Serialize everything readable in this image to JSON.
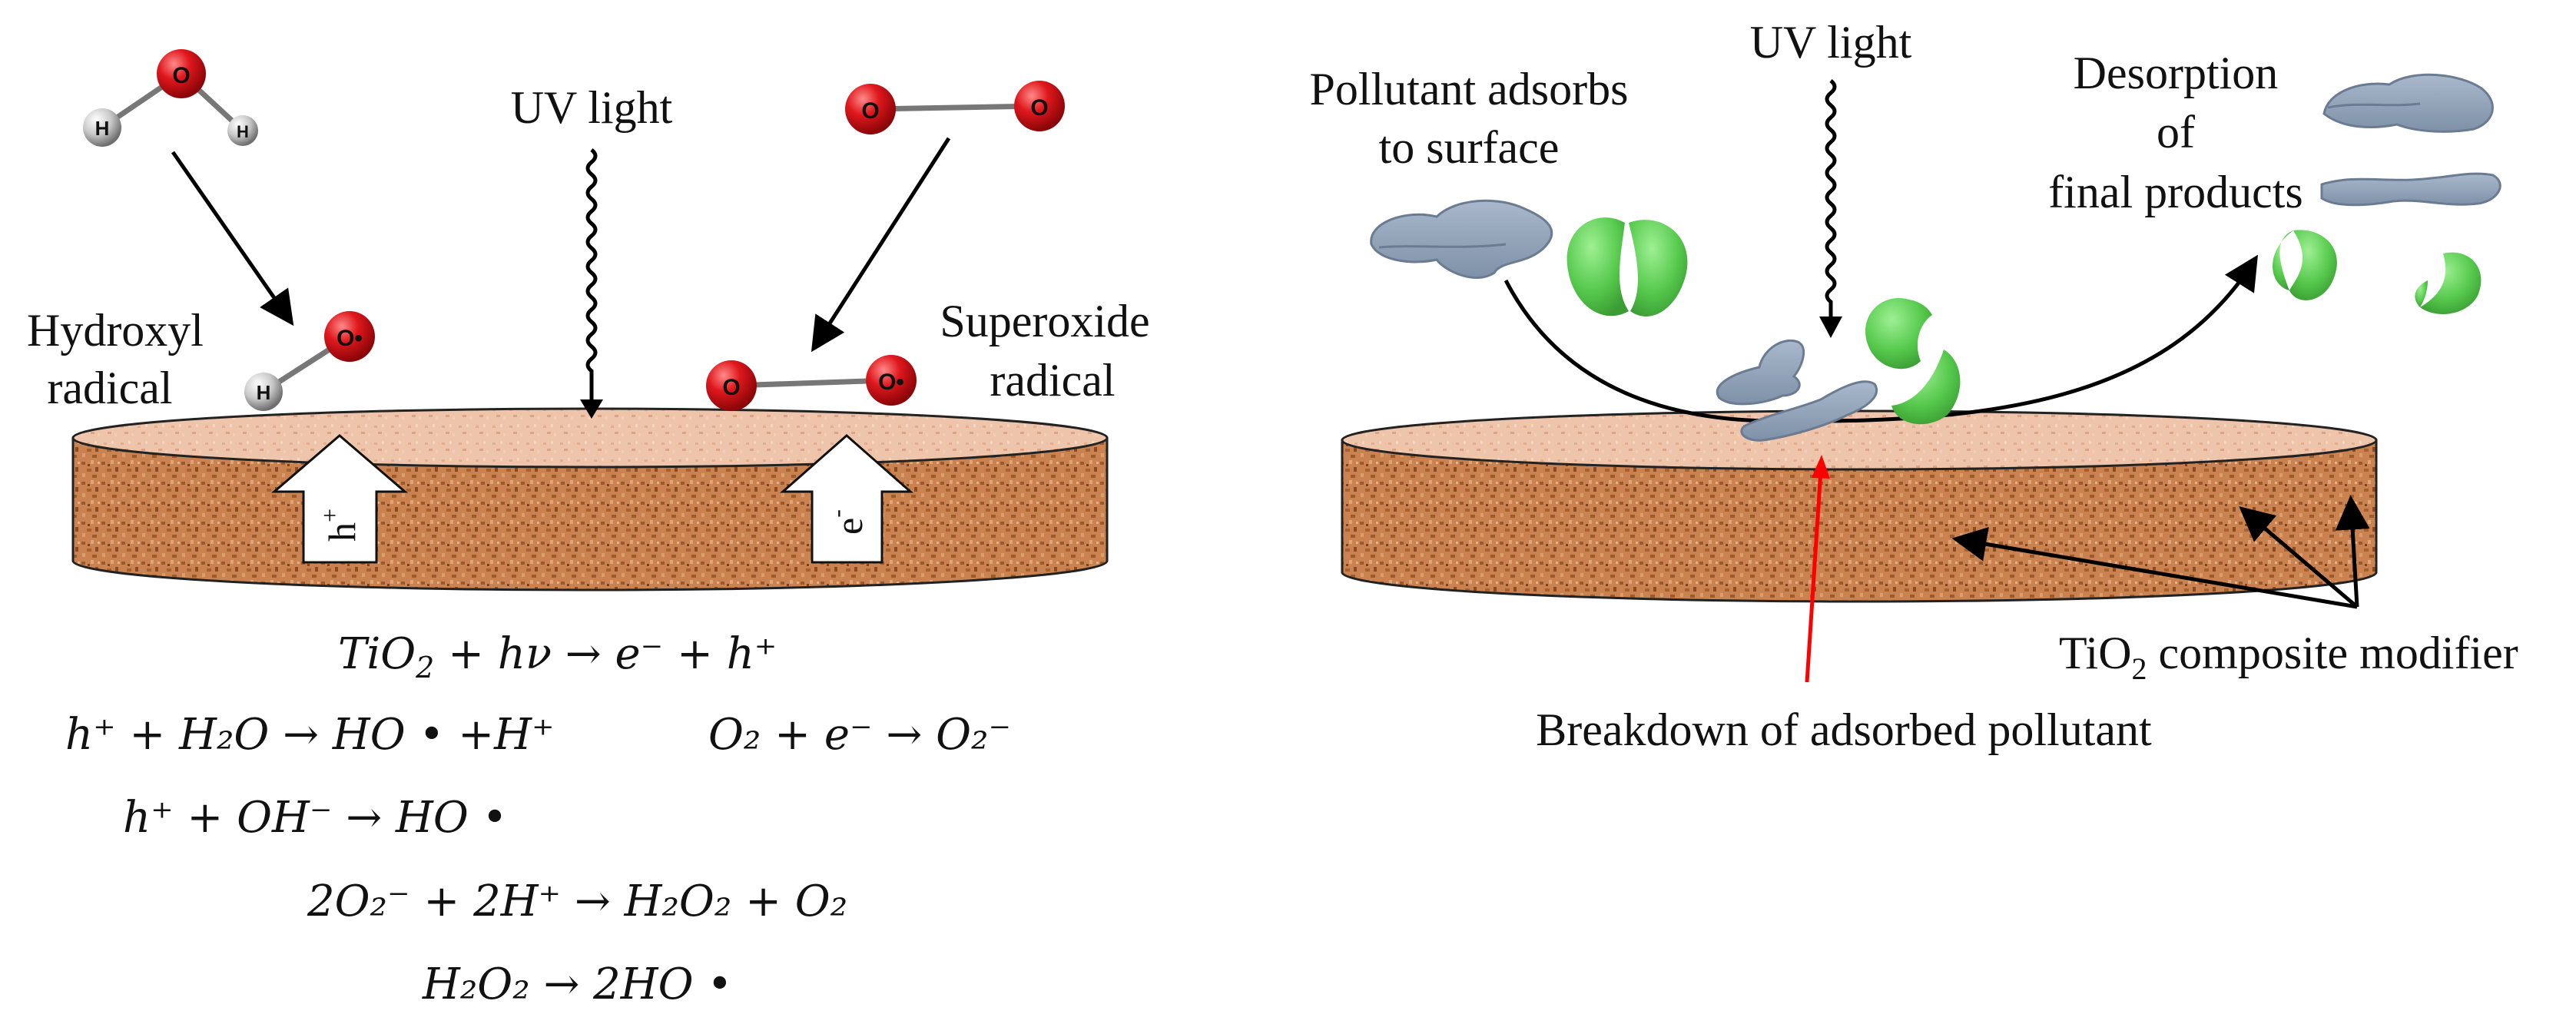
{
  "left_panel": {
    "uv_light": "UV light",
    "hydroxyl_radical": [
      "Hydroxyl",
      "radical"
    ],
    "superoxide_radical": [
      "Superoxide",
      "radical"
    ],
    "hole_symbol": "h",
    "hole_sup": "+",
    "electron_symbol": "e",
    "electron_sup": "-",
    "molecules": {
      "oxygen_atom": "O",
      "hydrogen_atom": "H",
      "radical_oxygen": "O•"
    },
    "equations": {
      "eq1": {
        "base": "TiO",
        "sub": "2",
        "rest": " +  hν  → e⁻ + h⁺"
      },
      "eq2": "h⁺ + H₂O  → HO • +H⁺",
      "eq3": "O₂ + e⁻ → O₂⁻",
      "eq4": "h⁺ + OH⁻ → HO •",
      "eq5": "2O₂⁻ + 2H⁺ → H₂O₂ + O₂",
      "eq6": "H₂O₂ → 2HO •"
    }
  },
  "right_panel": {
    "pollutant_adsorbs": [
      "Pollutant adsorbs",
      "to surface"
    ],
    "uv_light": "UV light",
    "desorption": [
      "Desorption",
      "of",
      "final products"
    ],
    "breakdown": "Breakdown of adsorbed pollutant",
    "composite_modifier": {
      "pre": "TiO",
      "sub": "2",
      "post": " composite modifier"
    }
  },
  "colors": {
    "disc_top": "#eec3a8",
    "disc_side": "#c8824e",
    "disc_speckle": "#8a4a22",
    "oxygen_atom": "#d7141a",
    "hydrogen_atom": "#cfcfcf",
    "pollutant": "#93a4ba",
    "green_product": "#5fcf58",
    "red_arrow": "#ff0000"
  }
}
